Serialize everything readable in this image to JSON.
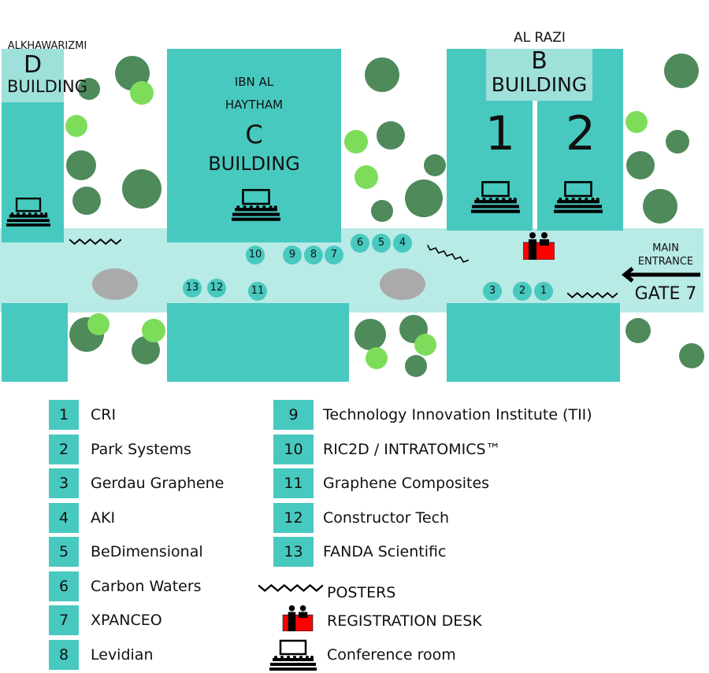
{
  "buildings": {
    "d": {
      "name": "ALKHAWARIZMI",
      "letter": "D",
      "word": "BUILDING"
    },
    "c": {
      "name_line1": "IBN AL",
      "name_line2": "HAYTHAM",
      "letter": "C",
      "word": "BUILDING"
    },
    "b": {
      "name": "AL RAZI",
      "letter": "B",
      "word": "BUILDING",
      "room1": "1",
      "room2": "2"
    }
  },
  "entrance": {
    "line1": "MAIN",
    "line2": "ENTRANCE",
    "gate": "GATE 7"
  },
  "booths": [
    "1",
    "2",
    "3",
    "4",
    "5",
    "6",
    "7",
    "8",
    "9",
    "10",
    "11",
    "12",
    "13"
  ],
  "legend": {
    "exhibitors": [
      {
        "num": "1",
        "name": "CRI"
      },
      {
        "num": "2",
        "name": "Park Systems"
      },
      {
        "num": "3",
        "name": "Gerdau Graphene"
      },
      {
        "num": "4",
        "name": "AKI"
      },
      {
        "num": "5",
        "name": "BeDimensional"
      },
      {
        "num": "6",
        "name": "Carbon Waters"
      },
      {
        "num": "7",
        "name": "XPANCEO"
      },
      {
        "num": "8",
        "name": "Levidian"
      },
      {
        "num": "9",
        "name": "Technology Innovation Institute (TII)"
      },
      {
        "num": "10",
        "name": "RIC2D / INTRATOMICS™"
      },
      {
        "num": "11",
        "name": "Graphene Composites"
      },
      {
        "num": "12",
        "name": "Constructor Tech"
      },
      {
        "num": "13",
        "name": "FANDA Scientific"
      }
    ],
    "posters": "POSTERS",
    "registration": "REGISTRATION DESK",
    "conference": "Conference room"
  },
  "colors": {
    "building": "#48c9c0",
    "corridor": "#b8eae6",
    "label_box": "#9ee0da",
    "desk": "#ff0000",
    "tree_dark": "#4e8a5a",
    "tree_light": "#7ddc5a"
  }
}
